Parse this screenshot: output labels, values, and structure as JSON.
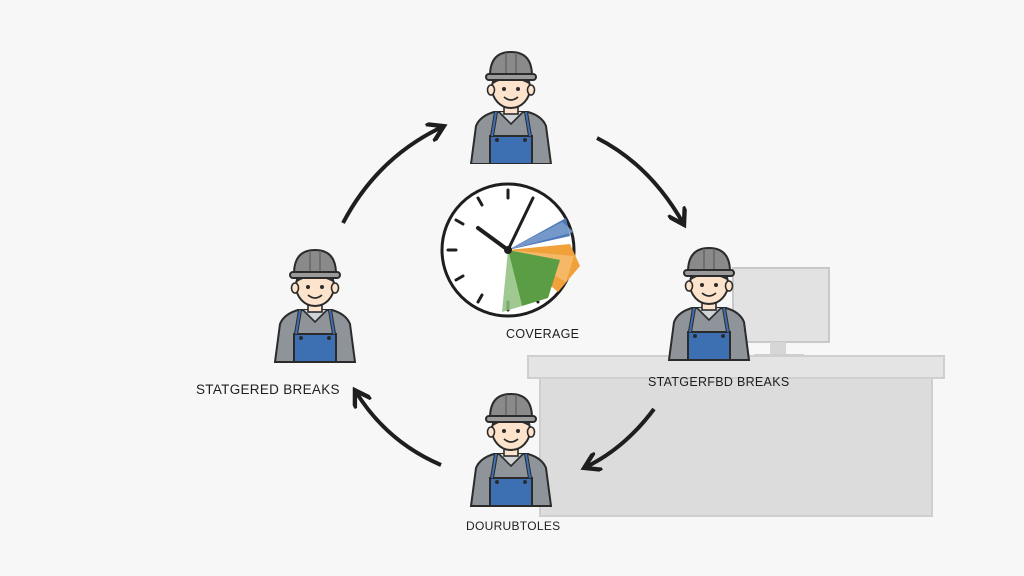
{
  "labels": {
    "coverage": "COVERAGE",
    "staggered_left": "STATGERED BREAKS",
    "staggered_right": "STATGERFBD BREAKS",
    "bottom": "DOURUBTOLES"
  },
  "icons": {
    "worker": "worker-icon",
    "clock": "clock-icon",
    "arrow": "curved-arrow-icon",
    "monitor": "monitor-icon",
    "desk": "desk-icon"
  },
  "colors": {
    "vest_blue": "#3d6fb3",
    "shirt_grey": "#8e949a",
    "helmet_grey": "#8a8a8a",
    "sector_blue": "#4d78b8",
    "sector_orange": "#f0a13a",
    "sector_green": "#5a9d45",
    "desk_grey": "#dcdcdc"
  }
}
